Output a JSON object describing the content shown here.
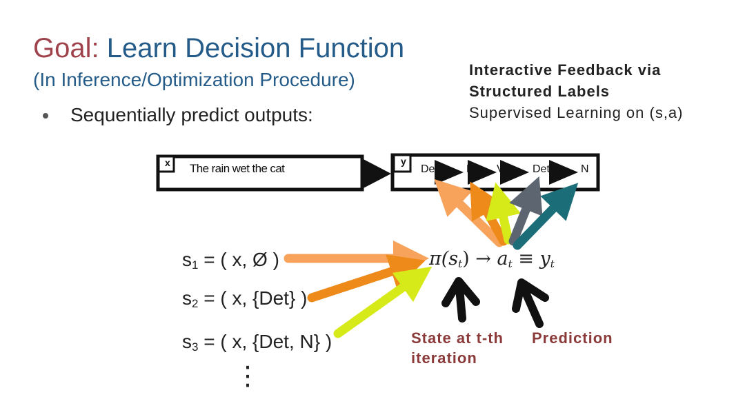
{
  "slide": {
    "title_prefix": "Goal:",
    "title_main": " Learn Decision Function",
    "subtitle": "(In Inference/Optimization Procedure)",
    "bullet": "Sequentially predict outputs:",
    "sidenote": {
      "line1": "Interactive Feedback via",
      "line2": "Structured Labels",
      "line3": "Supervised Learning on (s,a)"
    }
  },
  "diagram": {
    "input_box": {
      "tag": "x",
      "text": "The rain wet the cat"
    },
    "output_box": {
      "tag": "y",
      "tokens": [
        "Det",
        "N",
        "V",
        "Det",
        "N"
      ]
    },
    "states": [
      {
        "label": "s",
        "sub": "1",
        "rest": " = ( x, Ø )"
      },
      {
        "label": "s",
        "sub": "2",
        "rest": " = ( x, {Det} )"
      },
      {
        "label": "s",
        "sub": "3",
        "rest": " = ( x, {Det, N} )"
      }
    ],
    "ellipsis": "⋮",
    "policy": {
      "pi": "π(",
      "s": "s",
      "s_sub": "t",
      "close": ")",
      "arrow": " → ",
      "a": "a",
      "a_sub": "t",
      "equiv": " ≡ ",
      "y": "y",
      "y_sub": "t"
    },
    "annotations": {
      "state_line1": "State at t-th",
      "state_line2": "iteration",
      "prediction": "Prediction"
    },
    "colors": {
      "title_goal": "#a0424b",
      "title_main": "#245b88",
      "annotation": "#8b3a3a",
      "arrow_light_orange": "#f7a35c",
      "arrow_orange": "#ee8a1a",
      "arrow_lime": "#d6ea1a",
      "arrow_slate": "#5d6670",
      "arrow_teal": "#1b6d78"
    }
  }
}
